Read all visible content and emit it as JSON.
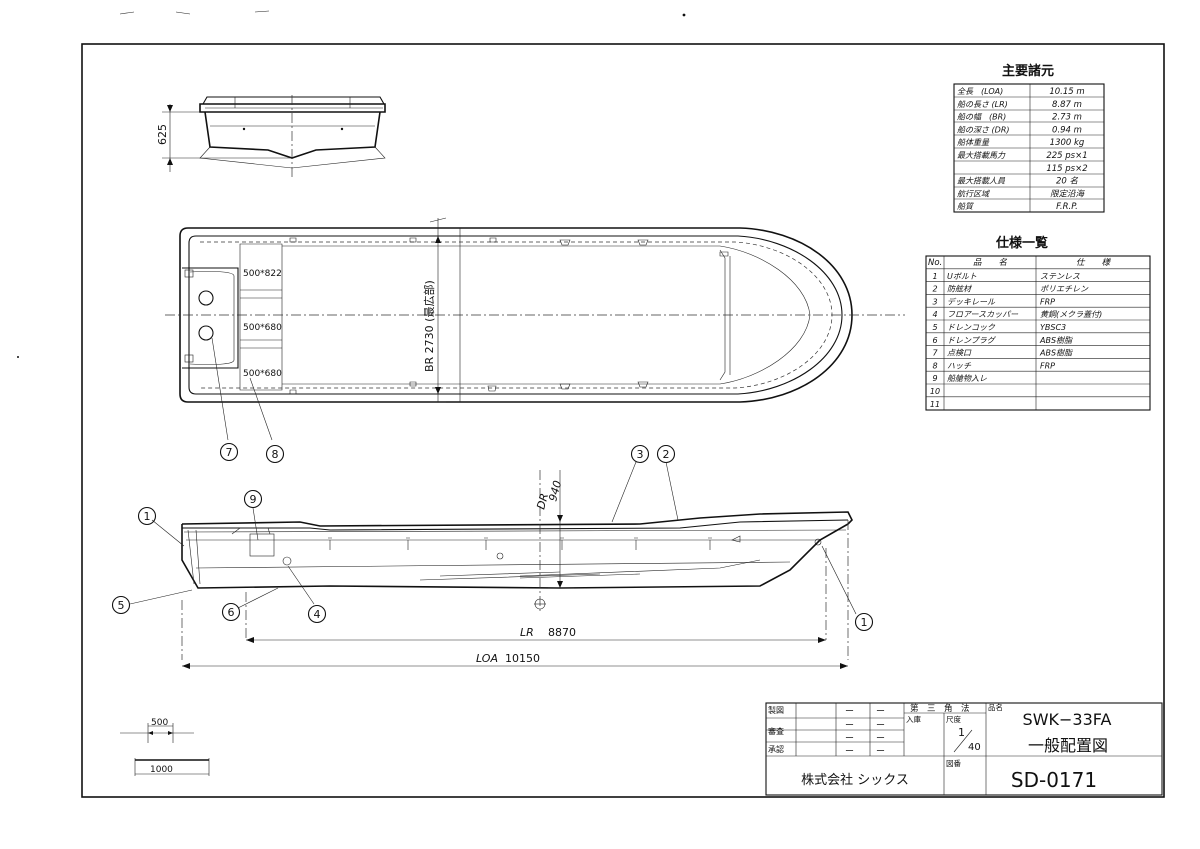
{
  "spec_main": {
    "title": "主要諸元",
    "rows": [
      {
        "label": "全長　(LOA)",
        "value": "10.15 m"
      },
      {
        "label": "船の長さ (LR)",
        "value": "8.87 m"
      },
      {
        "label": "船の幅　(BR)",
        "value": "2.73 m"
      },
      {
        "label": "船の深さ (DR)",
        "value": "0.94 m"
      },
      {
        "label": "船体重量",
        "value": "1300 kg"
      },
      {
        "label": "最大搭載馬力",
        "value": "225 ps×1"
      },
      {
        "label": "",
        "value": "115 ps×2"
      },
      {
        "label": "最大搭載人員",
        "value": "20 名"
      },
      {
        "label": "航行区域",
        "value": "限定沿海"
      },
      {
        "label": "船質",
        "value": "F.R.P."
      }
    ]
  },
  "spec_list": {
    "title": "仕様一覧",
    "header_no": "No.",
    "header_name": "品　　名",
    "header_spec": "仕　　様",
    "rows": [
      {
        "no": "1",
        "name": "Uボルト",
        "spec": "ステンレス"
      },
      {
        "no": "2",
        "name": "防舷材",
        "spec": "ポリエチレン"
      },
      {
        "no": "3",
        "name": "デッキレール",
        "spec": "FRP"
      },
      {
        "no": "4",
        "name": "フロアースカッパー",
        "spec": "黄銅(メクラ蓋付)"
      },
      {
        "no": "5",
        "name": "ドレンコック",
        "spec": "YBSC3"
      },
      {
        "no": "6",
        "name": "ドレンプラグ",
        "spec": "ABS樹脂"
      },
      {
        "no": "7",
        "name": "点検口",
        "spec": "ABS樹脂"
      },
      {
        "no": "8",
        "name": "ハッチ",
        "spec": "FRP"
      },
      {
        "no": "9",
        "name": "船艙物入レ",
        "spec": ""
      },
      {
        "no": "10",
        "name": "",
        "spec": ""
      },
      {
        "no": "11",
        "name": "",
        "spec": ""
      }
    ]
  },
  "dims": {
    "stern_height": "625",
    "beam": "BR  2730 (最広部)",
    "depth_label": "DR",
    "depth_value": "940",
    "lr_label": "LR",
    "lr_value": "8870",
    "loa_label": "LOA",
    "loa_value": "10150",
    "hatch1": "500*822",
    "hatch2": "500*680",
    "hatch3": "500*680"
  },
  "callouts": {
    "c1a": "1",
    "c1b": "1",
    "c2": "2",
    "c3": "3",
    "c4": "4",
    "c5": "5",
    "c6": "6",
    "c7": "7",
    "c8": "8",
    "c9": "9"
  },
  "scale_bar": {
    "small": "500",
    "large": "1000"
  },
  "title_block": {
    "draw": "製図",
    "check": "審査",
    "approve": "承認",
    "dash": "ー",
    "projection": "第　三　角　法",
    "entry": "入庫",
    "scale_label": "尺度",
    "scale_num": "1",
    "scale_den": "40",
    "name_label": "品名",
    "model": "SWK−33FA",
    "drawing_name": "一般配置図",
    "company": "株式会社 シックス",
    "number_label": "図番",
    "drawing_number": "SD-0171"
  }
}
